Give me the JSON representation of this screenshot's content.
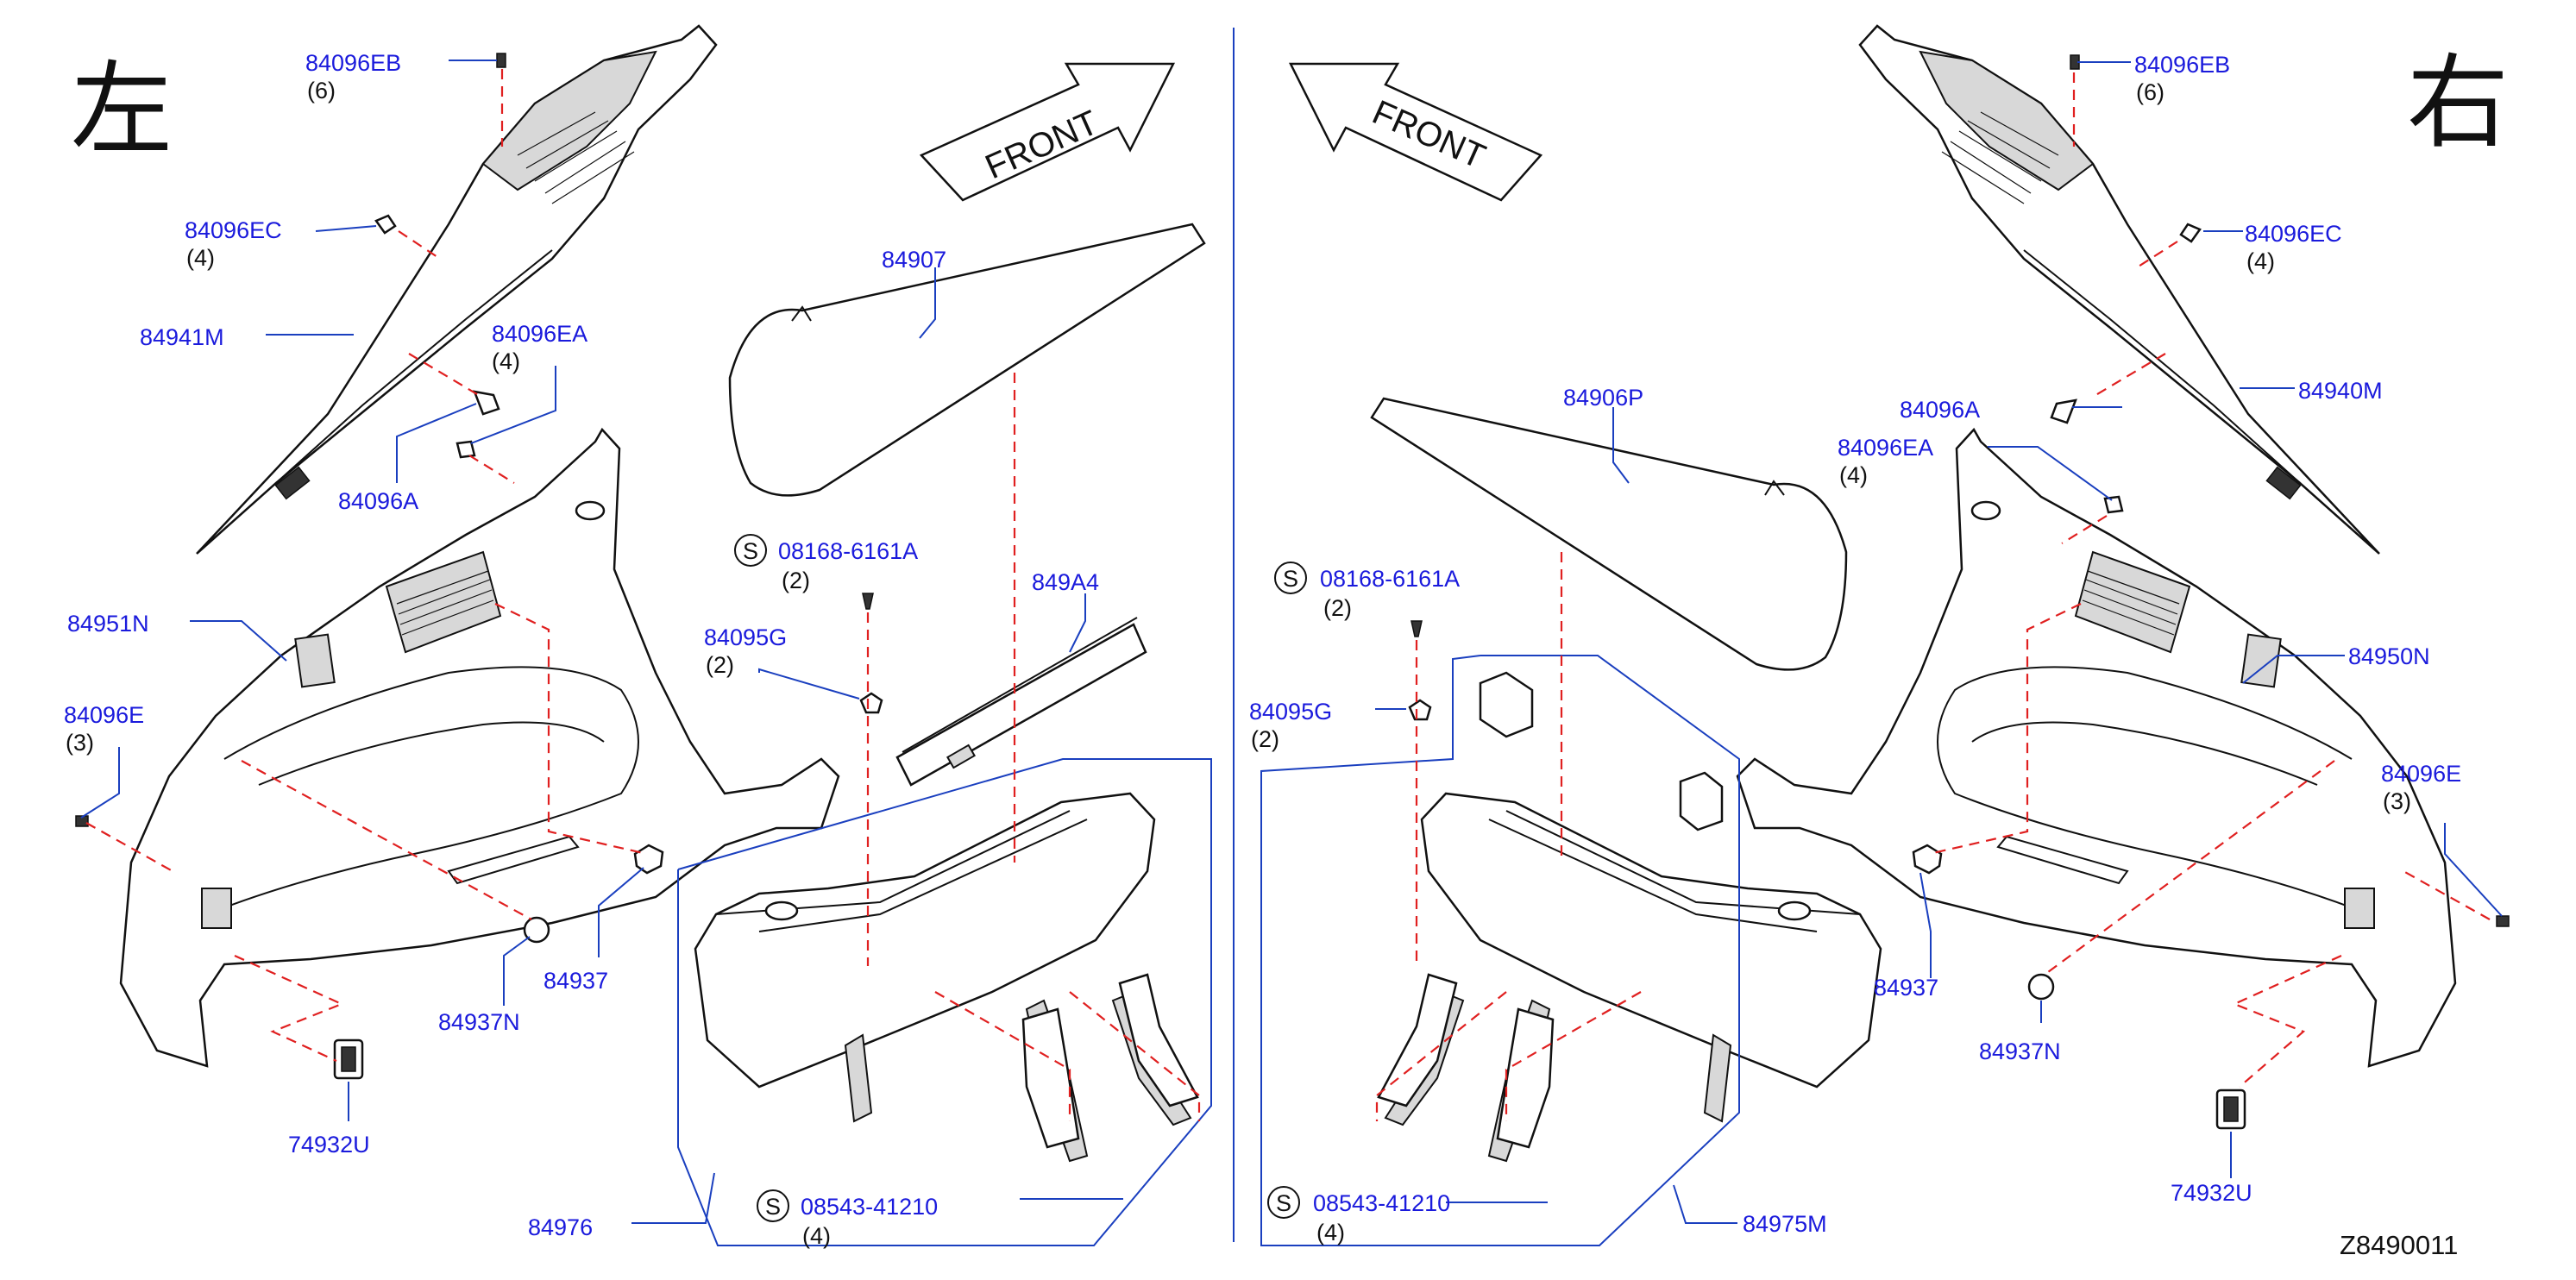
{
  "left_side_char": "左",
  "right_side_char": "右",
  "front_label": "FRONT",
  "drawing_code": "Z8490011",
  "accent_color": "#1a1adc",
  "dash_color": "#e02020",
  "left_callouts": {
    "eb": {
      "pn": "84096EB",
      "qty": "(6)"
    },
    "ec": {
      "pn": "84096EC",
      "qty": "(4)"
    },
    "m941": {
      "pn": "84941M"
    },
    "ea": {
      "pn": "84096EA",
      "qty": "(4)"
    },
    "a": {
      "pn": "84096A"
    },
    "n951": {
      "pn": "84951N"
    },
    "e": {
      "pn": "84096E",
      "qty": "(3)"
    },
    "b937": {
      "pn": "84937"
    },
    "n937": {
      "pn": "84937N"
    },
    "u": {
      "pn": "74932U"
    },
    "b976": {
      "pn": "84976"
    },
    "b907": {
      "pn": "84907"
    },
    "s1": {
      "symbol": "S",
      "pn": "08168-6161A",
      "qty": "(2)"
    },
    "g": {
      "pn": "84095G",
      "qty": "(2)"
    },
    "a4": {
      "pn": "849A4"
    },
    "s2": {
      "symbol": "S",
      "pn": "08543-41210",
      "qty": "(4)"
    }
  },
  "right_callouts": {
    "eb": {
      "pn": "84096EB",
      "qty": "(6)"
    },
    "ec": {
      "pn": "84096EC",
      "qty": "(4)"
    },
    "m940": {
      "pn": "84940M"
    },
    "a": {
      "pn": "84096A"
    },
    "ea": {
      "pn": "84096EA",
      "qty": "(4)"
    },
    "n950": {
      "pn": "84950N"
    },
    "e": {
      "pn": "84096E",
      "qty": "(3)"
    },
    "b937": {
      "pn": "84937"
    },
    "n937": {
      "pn": "84937N"
    },
    "u": {
      "pn": "74932U"
    },
    "p906": {
      "pn": "84906P"
    },
    "s1": {
      "symbol": "S",
      "pn": "08168-6161A",
      "qty": "(2)"
    },
    "g": {
      "pn": "84095G",
      "qty": "(2)"
    },
    "s2": {
      "symbol": "S",
      "pn": "08543-41210",
      "qty": "(4)"
    },
    "m975": {
      "pn": "84975M"
    }
  }
}
